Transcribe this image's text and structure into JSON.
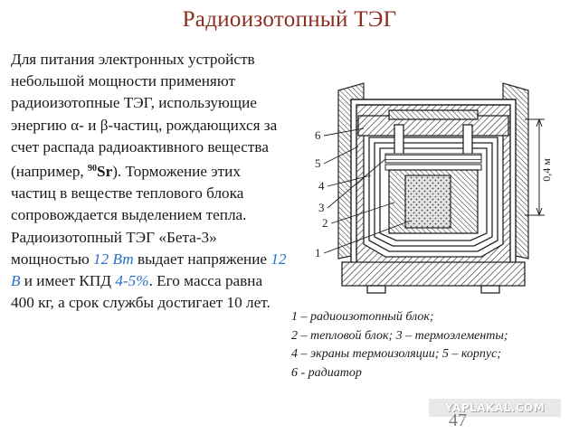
{
  "slide": {
    "title": "Радиоизотопный ТЭГ",
    "page_number": "47",
    "watermark": "YAPLAKAL.COM"
  },
  "text": {
    "p1": "Для питания электронных устройств небольшой мощности применяют радиоизотопные ТЭГ, использующие энергию α- и β-частиц, рождающихся за счет распада радиоактивного вещества (например, ",
    "isotope_mass": "90",
    "isotope_symbol": "Sr",
    "p2": "). Торможение этих частиц в веществе теплового блока сопровождается выделением тепла. Радиоизотопный ТЭГ «Бета-3» мощностью ",
    "power": "12 Вт",
    "p3": " выдает напряжение ",
    "voltage": "12 В",
    "p4": " и имеет КПД ",
    "efficiency": "4-5%",
    "p5": ". Его масса равна 400 кг, а срок службы достигает 10 лет."
  },
  "diagram": {
    "labels": [
      "6",
      "5",
      "4",
      "3",
      "2",
      "1"
    ],
    "dimension": "0,4 м"
  },
  "legend": [
    "1 – радиоизотопный блок;",
    "2 – тепловой блок; 3 – термоэлементы;",
    "4 – экраны термоизоляции; 5 – корпус;",
    "6 - радиатор"
  ]
}
